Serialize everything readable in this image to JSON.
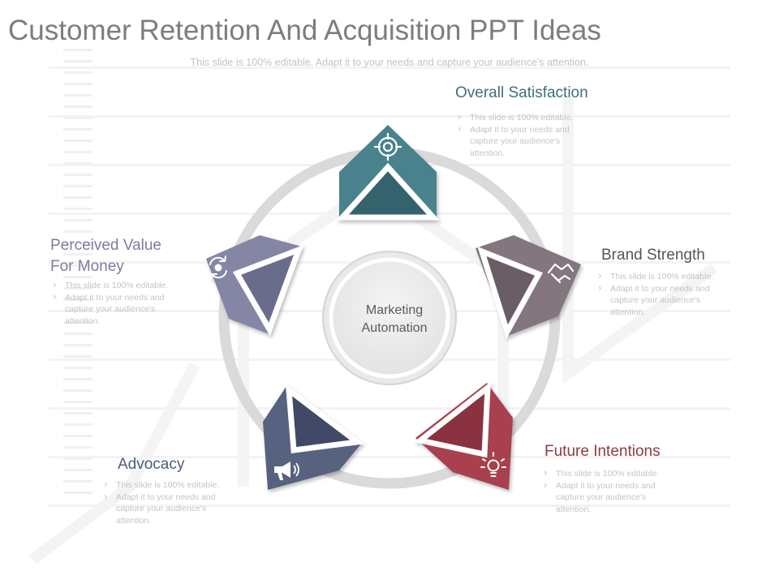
{
  "title": "Customer Retention And Acquisition PPT Ideas",
  "subtitle": "This slide is 100% editable. Adapt it to your needs and capture your audience's attention.",
  "center": {
    "line1": "Marketing",
    "line2": "Automation"
  },
  "segments": [
    {
      "id": "overall-satisfaction",
      "title": "Overall Satisfaction",
      "title_lines": [
        "Overall Satisfaction"
      ],
      "bullets": [
        "This slide is 100% editable.",
        "Adapt it to your needs and capture your audience's attention."
      ],
      "color": "#4a828c",
      "icon": "target-icon"
    },
    {
      "id": "brand-strength",
      "title": "Brand Strength",
      "title_lines": [
        "Brand Strength"
      ],
      "bullets": [
        "This slide is 100% editable.",
        "Adapt it to your needs and capture your audience's attention."
      ],
      "color": "#84767f",
      "icon": "handshake-icon"
    },
    {
      "id": "future-intentions",
      "title": "Future Intentions",
      "title_lines": [
        "Future Intentions"
      ],
      "bullets": [
        "This slide is 100% editable.",
        "Adapt it to your needs and capture your audience's attention."
      ],
      "color": "#a8414e",
      "icon": "lightbulb-icon"
    },
    {
      "id": "advocacy",
      "title": "Advocacy",
      "title_lines": [
        "Advocacy"
      ],
      "bullets": [
        "This slide is 100% editable.",
        "Adapt it to your needs and capture your audience's attention."
      ],
      "color": "#56627f",
      "icon": "megaphone-icon"
    },
    {
      "id": "perceived-value",
      "title": "Perceived Value For Money",
      "title_lines": [
        "Perceived Value",
        "For Money"
      ],
      "bullets": [
        "This slide is 100% editable.",
        "Adapt it to your needs and capture your audience's attention."
      ],
      "color": "#8586a6",
      "icon": "refresh-gear-icon"
    }
  ]
}
